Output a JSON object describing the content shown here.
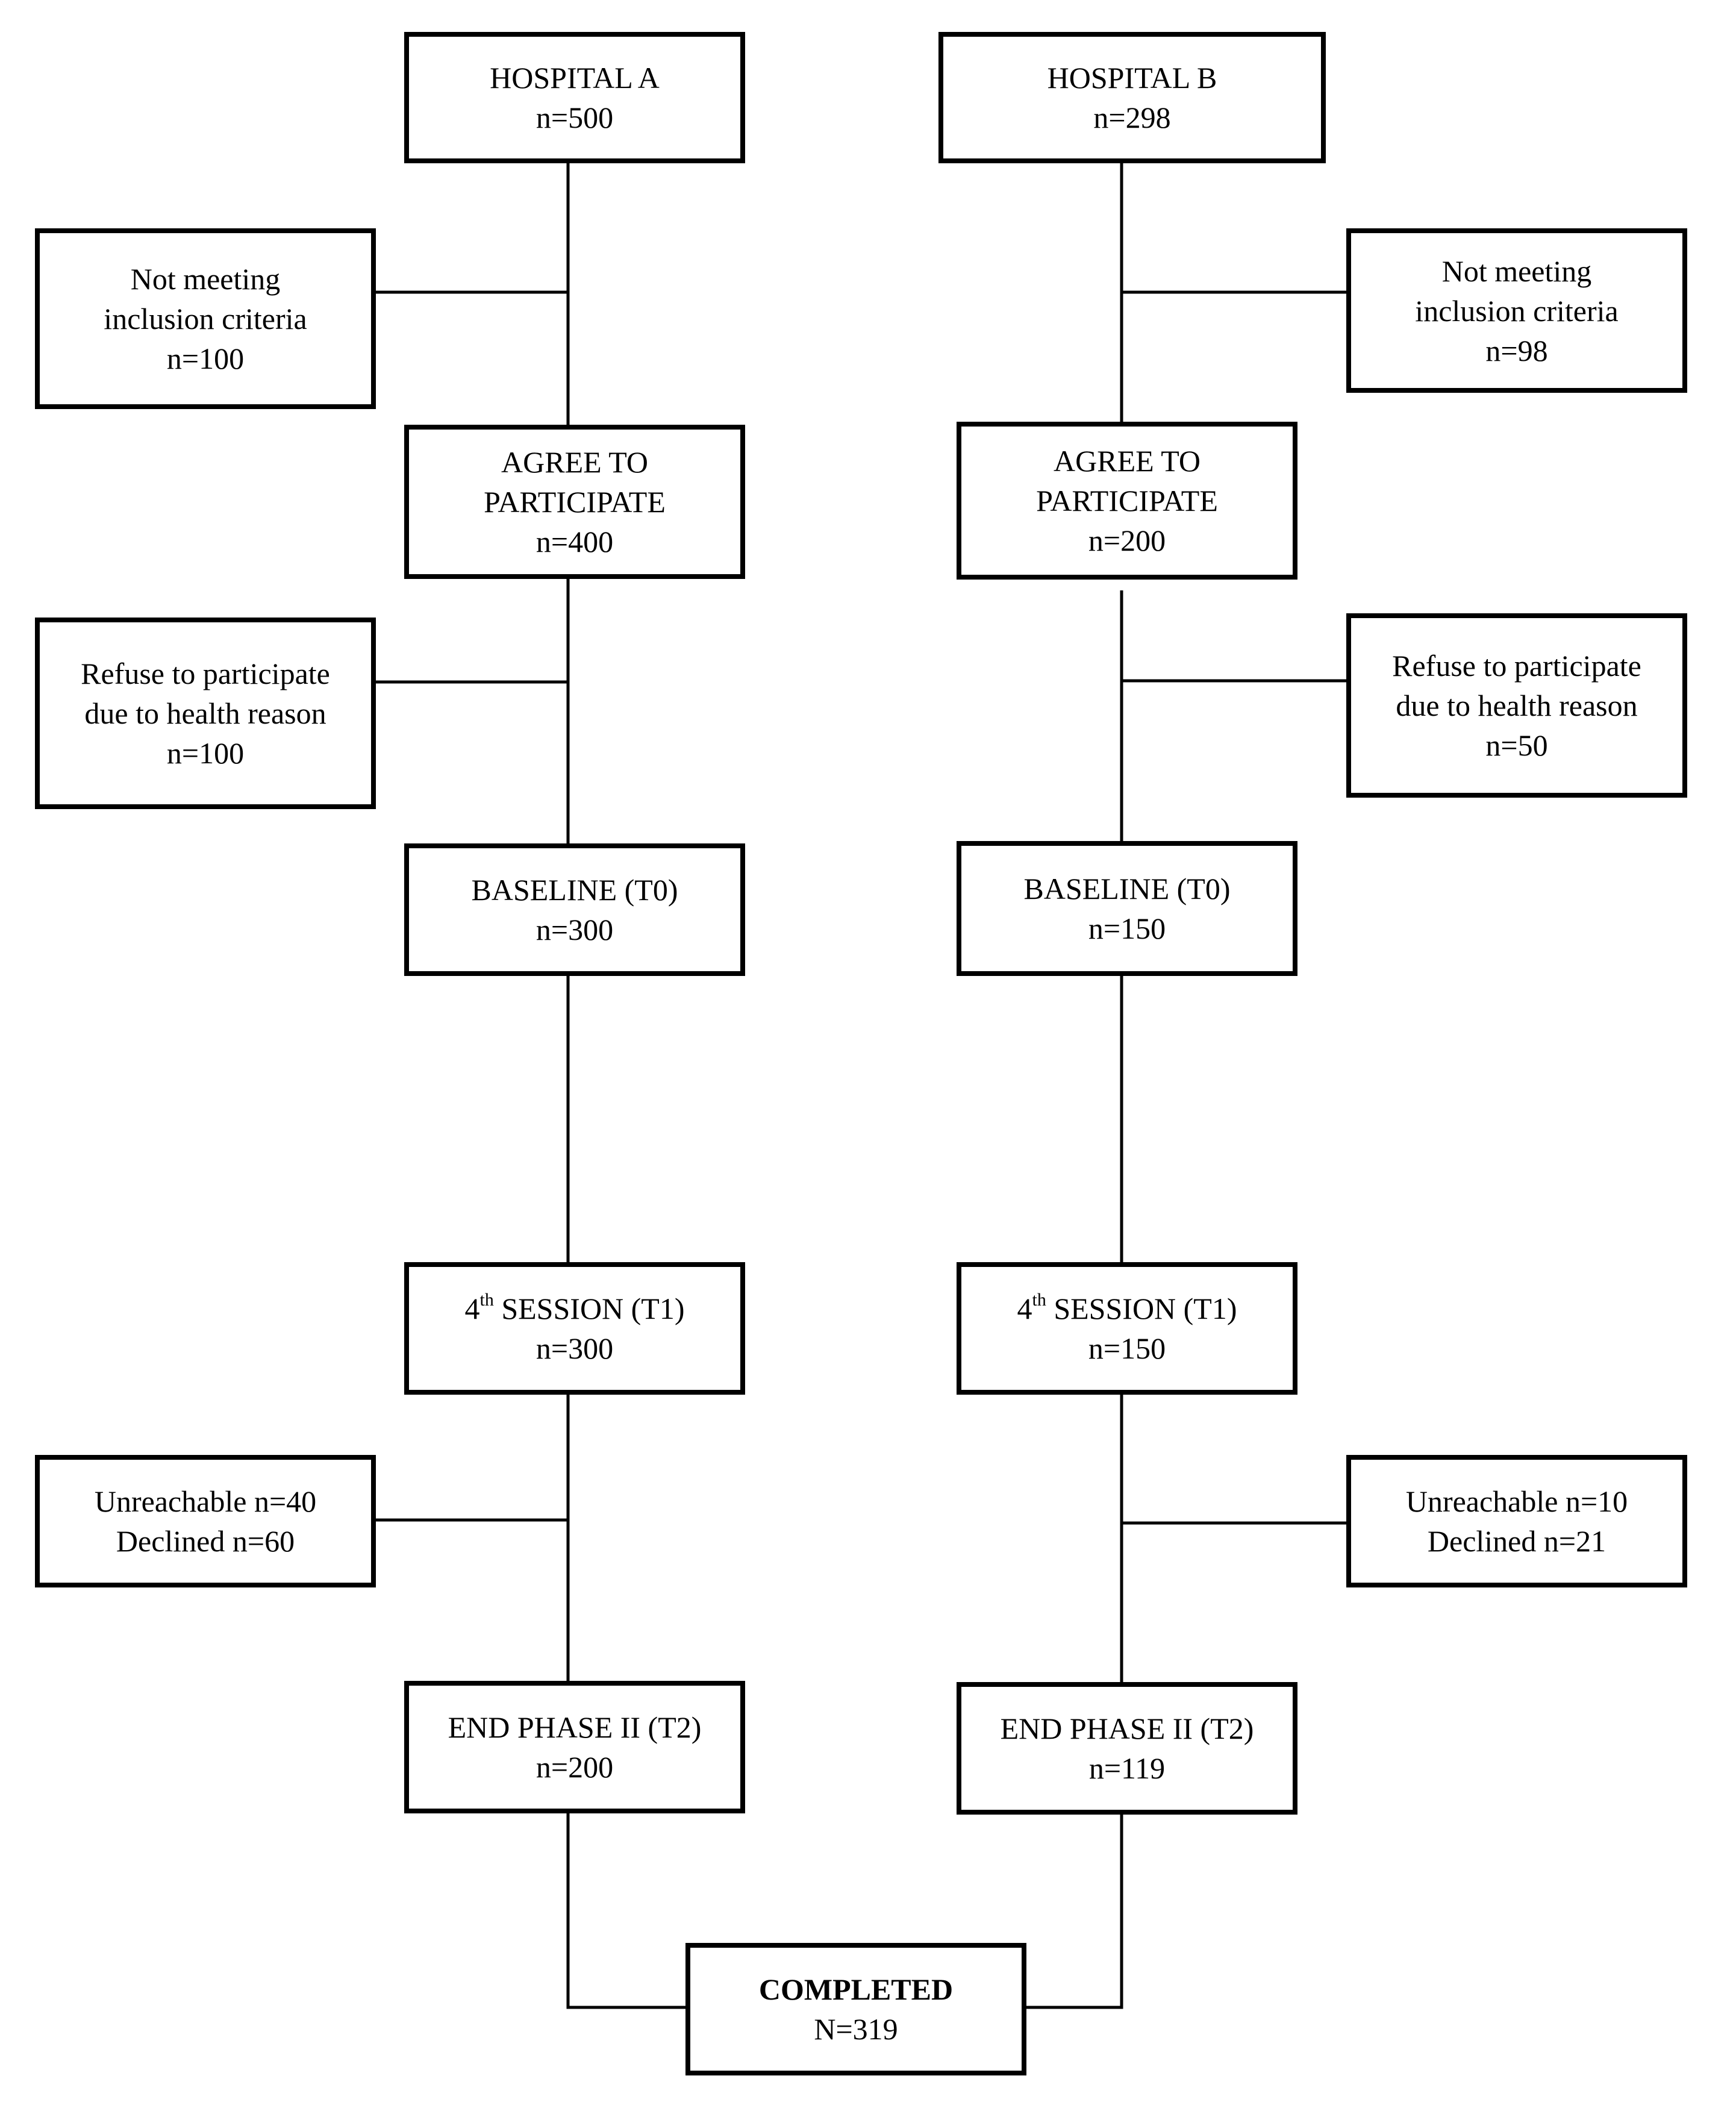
{
  "hospital_a": {
    "hospital": {
      "title": "HOSPITAL A",
      "count": "n=500"
    },
    "not_meeting": {
      "line1": "Not meeting",
      "line2": "inclusion criteria",
      "count": "n=100"
    },
    "agree": {
      "line1": "AGREE TO",
      "line2": "PARTICIPATE",
      "count": "n=400"
    },
    "refuse": {
      "line1": "Refuse to participate",
      "line2": "due to health reason",
      "count": "n=100"
    },
    "baseline": {
      "title": "BASELINE (T0)",
      "count": "n=300"
    },
    "session4": {
      "num": "4",
      "sup": "th",
      "title": "SESSION (T1)",
      "count": "n=300"
    },
    "dropout": {
      "line1": "Unreachable n=40",
      "line2": "Declined n=60"
    },
    "end_phase": {
      "title": "END PHASE II (T2)",
      "count": "n=200"
    }
  },
  "hospital_b": {
    "hospital": {
      "title": "HOSPITAL B",
      "count": "n=298"
    },
    "not_meeting": {
      "line1": "Not meeting",
      "line2": "inclusion criteria",
      "count": "n=98"
    },
    "agree": {
      "line1": "AGREE TO",
      "line2": "PARTICIPATE",
      "count": "n=200"
    },
    "refuse": {
      "line1": "Refuse to participate",
      "line2": "due to health reason",
      "count": "n=50"
    },
    "baseline": {
      "title": "BASELINE (T0)",
      "count": "n=150"
    },
    "session4": {
      "num": "4",
      "sup": "th",
      "title": "SESSION (T1)",
      "count": "n=150"
    },
    "dropout": {
      "line1": "Unreachable n=10",
      "line2": "Declined n=21"
    },
    "end_phase": {
      "title": "END PHASE II (T2)",
      "count": "n=119"
    }
  },
  "completed": {
    "title": "COMPLETED",
    "count": "N=319"
  }
}
